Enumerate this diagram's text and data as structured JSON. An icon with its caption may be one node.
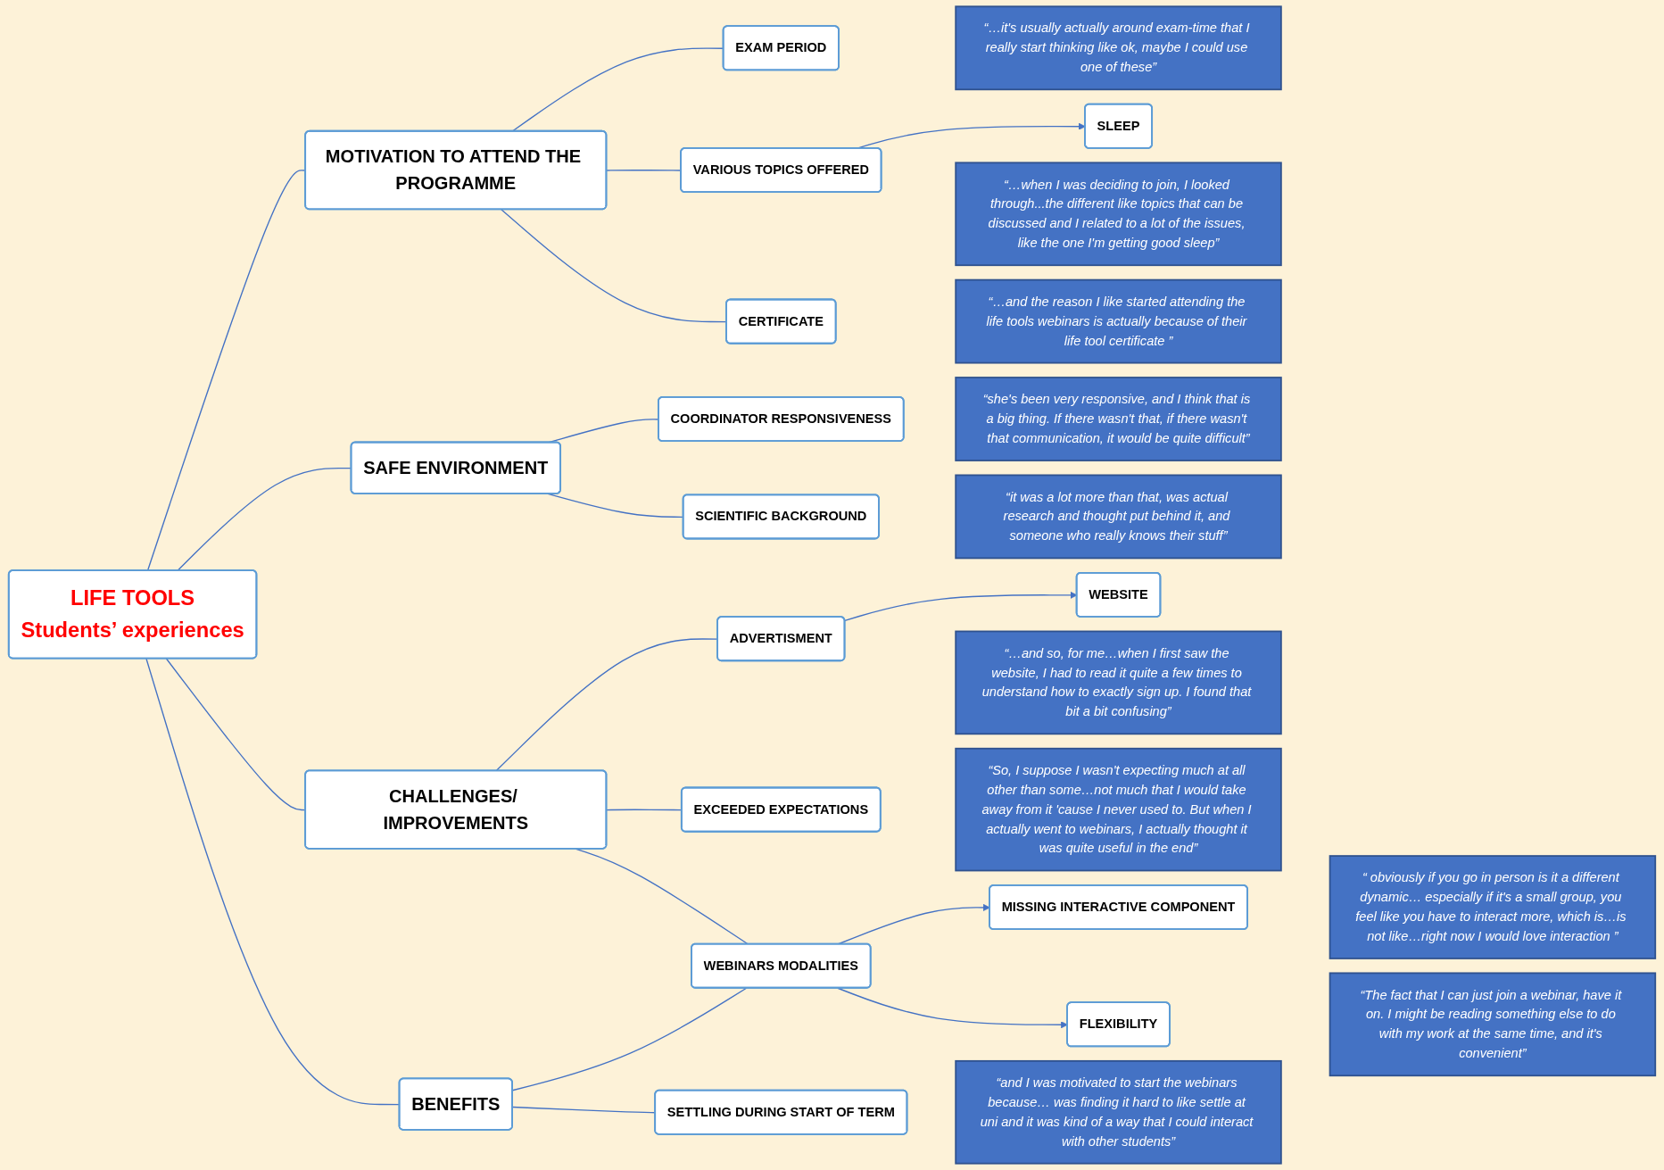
{
  "diagram": {
    "nodes": [
      {
        "text": [
          "LIFE TOOLS",
          "Students’ experiences"
        ]
      },
      {
        "text": [
          "MOTIVATION TO ATTEND THE PROGRAMME"
        ]
      },
      {
        "text": [
          "SAFE ENVIRONMENT"
        ]
      },
      {
        "text": [
          "CHALLENGES/ IMPROVEMENTS"
        ]
      },
      {
        "text": [
          "BENEFITS"
        ]
      },
      {
        "text": [
          "EXAM PERIOD"
        ]
      },
      {
        "text": [
          "VARIOUS TOPICS OFFERED"
        ]
      },
      {
        "text": [
          "SLEEP"
        ]
      },
      {
        "text": [
          "CERTIFICATE"
        ]
      },
      {
        "text": [
          "COORDINATOR RESPONSIVENESS"
        ]
      },
      {
        "text": [
          "SCIENTIFIC BACKGROUND"
        ]
      },
      {
        "text": [
          "ADVERTISMENT"
        ]
      },
      {
        "text": [
          "WEBSITE"
        ]
      },
      {
        "text": [
          "EXCEEDED EXPECTATIONS"
        ]
      },
      {
        "text": [
          "WEBINARS MODALITIES"
        ]
      },
      {
        "text": [
          "MISSING INTERACTIVE COMPONENT"
        ]
      },
      {
        "text": [
          "SETTLING DURING START OF TERM"
        ]
      },
      {
        "text": [
          "FLEXIBILITY"
        ]
      },
      {
        "text": [
          "“…it's usually actually around exam-time that I really start thinking like ok, maybe I could use one of these”"
        ]
      },
      {
        "text": [
          "“…when I was deciding to join, I looked through...the different like topics that can be discussed and I related to a lot of the issues, like the one I'm getting good sleep”"
        ]
      },
      {
        "text": [
          "“she's been very responsive, and I think that is a big thing. If there wasn't that, if there wasn't that communication, it would be quite difficult”"
        ]
      },
      {
        "text": [
          "“…and the reason I like started attending the life tools webinars is actually because of their life tool certificate ”"
        ]
      },
      {
        "text": [
          "“it was a lot more than that, was actual research and thought put behind it, and someone who really knows their stuff”"
        ]
      },
      {
        "text": [
          "“…and so, for me…when I first saw the website, I had to read it quite a few times to understand how to exactly sign up. I found that bit a bit confusing”"
        ]
      },
      {
        "text": [
          "“and I was motivated to start the webinars because… was finding it hard to like settle at uni and it was kind of a way that I could interact with other students”"
        ]
      },
      {
        "text": [
          "“So, I suppose I wasn't expecting much at all other than some…not much that I would take away from it 'cause I never used to. But when I actually went to webinars, I actually thought it was quite useful in the end”"
        ]
      },
      {
        "text": [
          "“ obviously if you go in person is it a different dynamic… especially if it's a small group, you feel like you have to interact more, which is…is not like…right now I would love interaction ”"
        ]
      },
      {
        "text": [
          "“The fact that I can just join a webinar, have it on. I might be reading something else to do with my work at the same time, and it's convenient”"
        ]
      }
    ],
    "edges": [
      {
        "from": 0,
        "to": 1,
        "arrow": "none"
      },
      {
        "from": 0,
        "to": 2,
        "arrow": "none"
      },
      {
        "from": 0,
        "to": 3,
        "arrow": "none"
      },
      {
        "from": 0,
        "to": 4,
        "arrow": "none"
      },
      {
        "from": 1,
        "to": 5,
        "arrow": "none"
      },
      {
        "from": 1,
        "to": 6,
        "arrow": "none"
      },
      {
        "from": 6,
        "to": 7,
        "arrow": "to"
      },
      {
        "from": 1,
        "to": 8,
        "arrow": "none"
      },
      {
        "from": 2,
        "to": 9,
        "arrow": "none"
      },
      {
        "from": 2,
        "to": 10,
        "arrow": "none"
      },
      {
        "from": 3,
        "to": 11,
        "arrow": "none"
      },
      {
        "from": 11,
        "to": 12,
        "arrow": "to"
      },
      {
        "from": 3,
        "to": 13,
        "arrow": "none"
      },
      {
        "from": 3,
        "to": 14,
        "arrow": "none"
      },
      {
        "from": 4,
        "to": 14,
        "arrow": "none"
      },
      {
        "from": 14,
        "to": 15,
        "arrow": "to"
      },
      {
        "from": 14,
        "to": 17,
        "arrow": "to"
      },
      {
        "from": 4,
        "to": 16,
        "arrow": "none"
      }
    ]
  }
}
